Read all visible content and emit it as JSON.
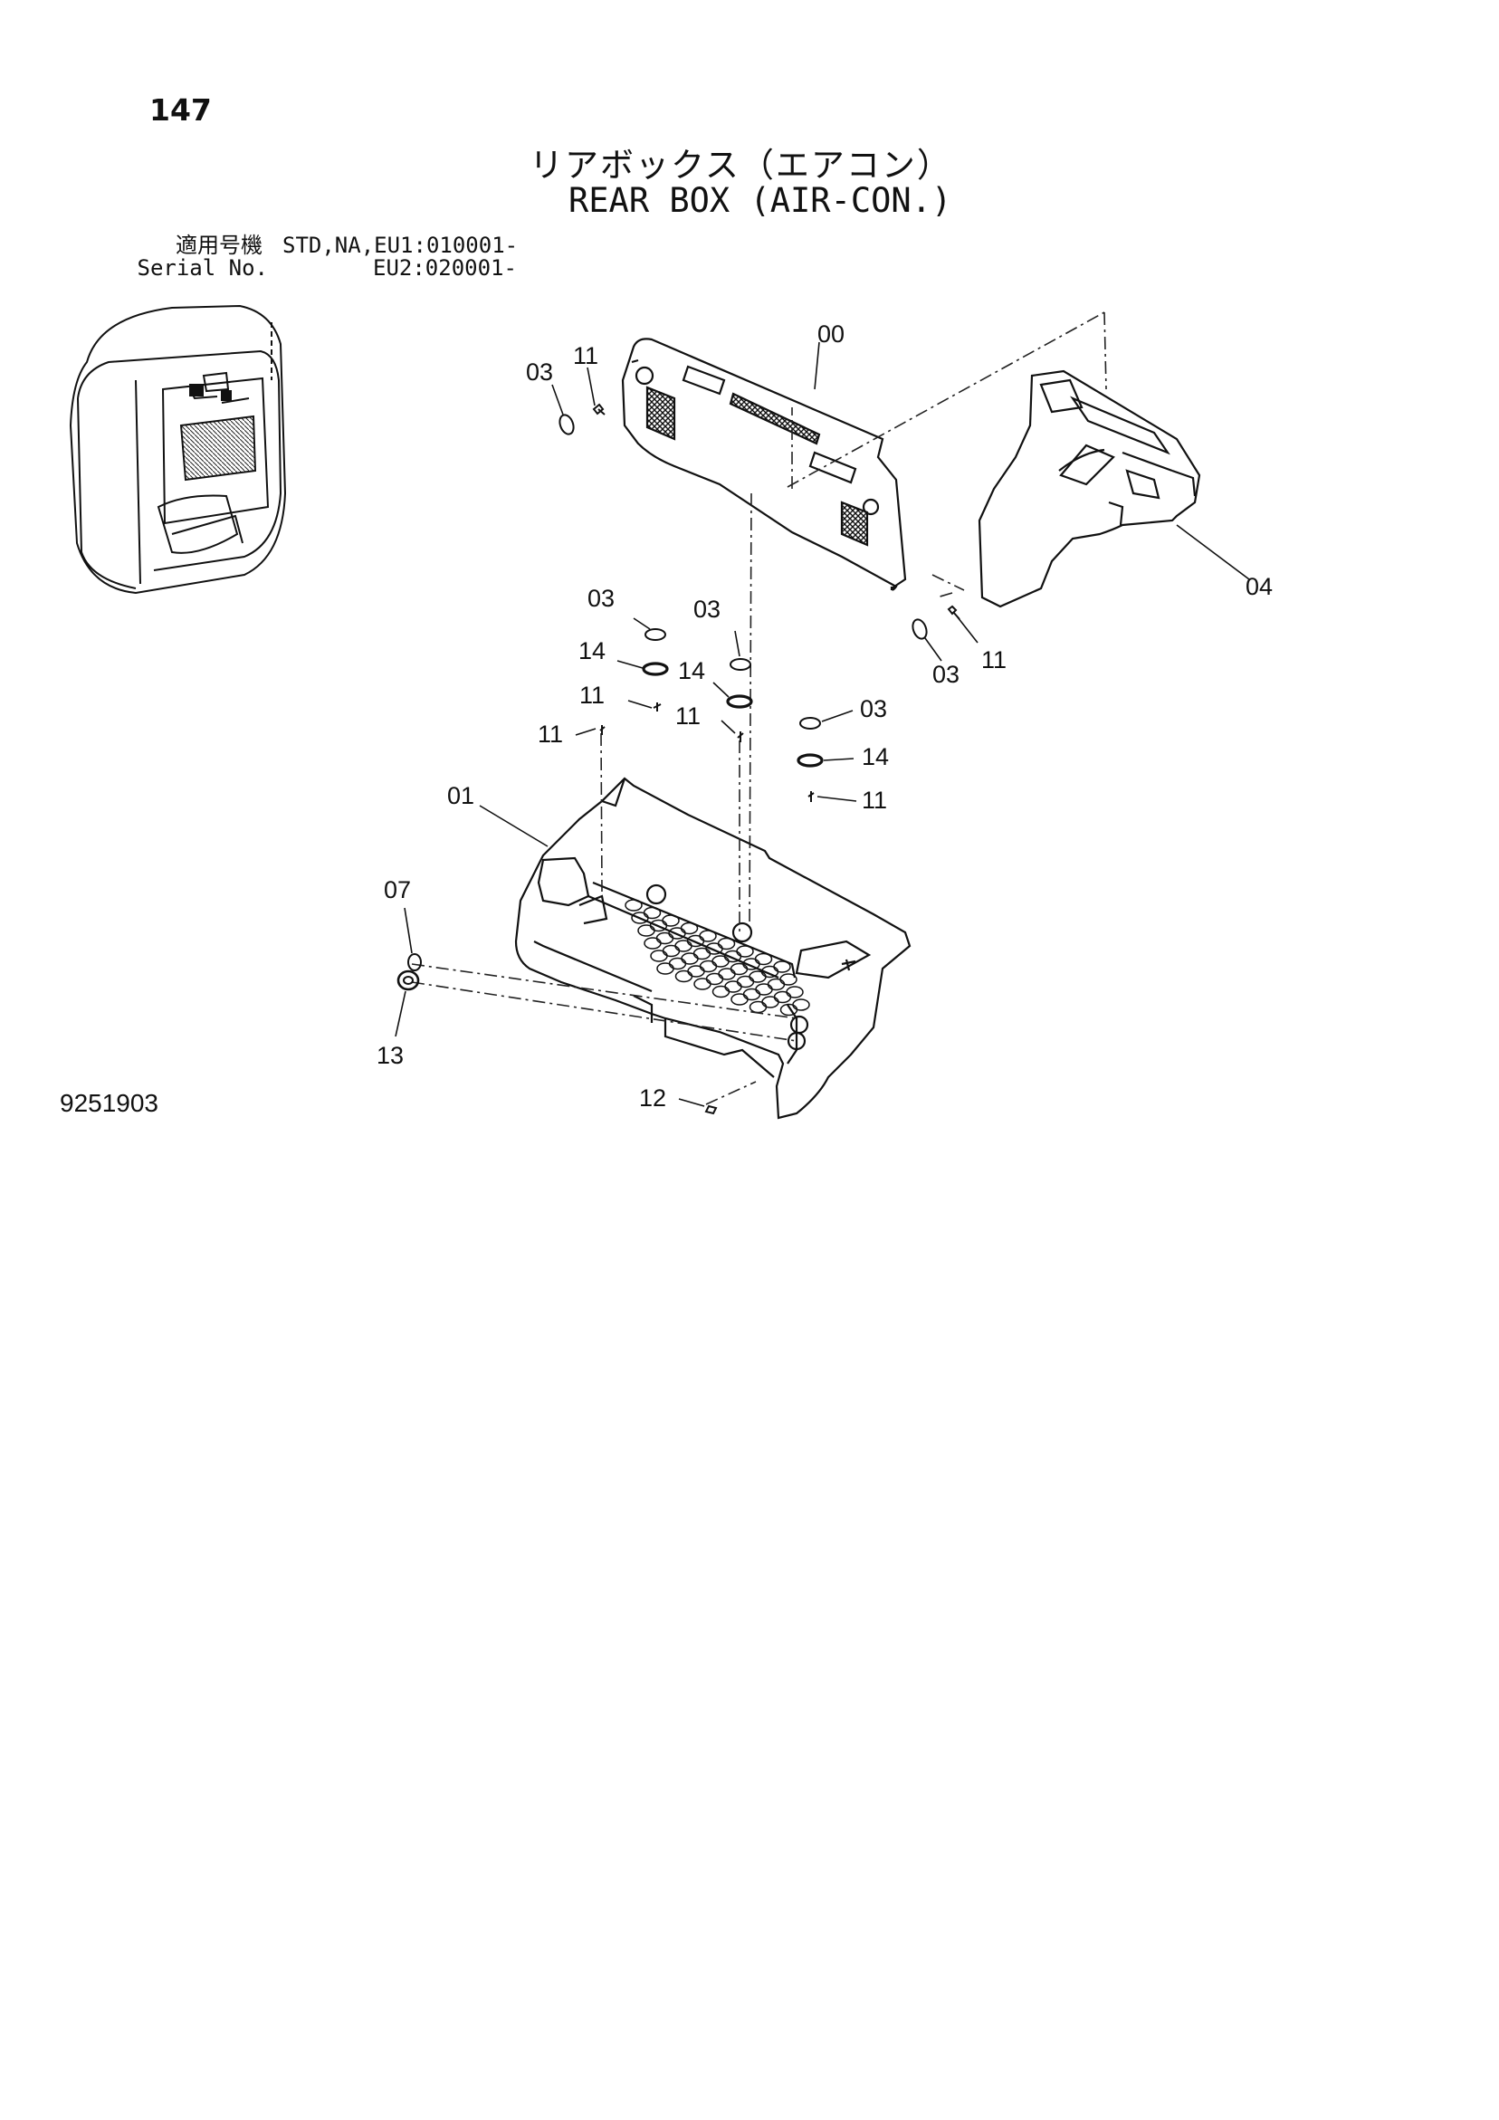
{
  "page_number": "147",
  "title_jp": "リアボックス（エアコン）",
  "title_en": "REAR BOX (AIR-CON.)",
  "applicability": {
    "label_jp": "適用号機",
    "value_1": "STD,NA,EU1:010001-",
    "label_en": "Serial No.",
    "value_2": "EU2:020001-"
  },
  "drawing_code": "9251903",
  "callouts": {
    "c00": "00",
    "c01": "01",
    "c03a": "03",
    "c03b": "03",
    "c03c": "03",
    "c03d": "03",
    "c03e": "03",
    "c04": "04",
    "c07": "07",
    "c11a": "11",
    "c11b": "11",
    "c11c": "11",
    "c11d": "11",
    "c11e": "11",
    "c11f": "11",
    "c12": "12",
    "c13": "13",
    "c14a": "14",
    "c14b": "14",
    "c14c": "14"
  }
}
